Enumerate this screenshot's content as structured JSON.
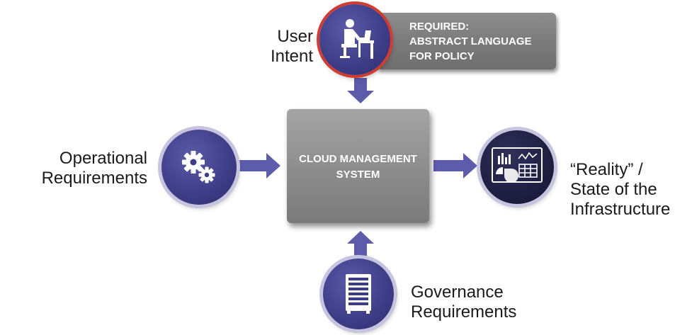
{
  "user_intent": {
    "lines": [
      "User",
      "Intent"
    ]
  },
  "required_box": {
    "lines": [
      "REQUIRED:",
      "ABSTRACT LANGUAGE",
      "FOR POLICY"
    ]
  },
  "operational": {
    "lines": [
      "Operational",
      "Requirements"
    ]
  },
  "core": {
    "lines": [
      "CLOUD MANAGEMENT",
      "SYSTEM"
    ]
  },
  "reality": {
    "lines": [
      "“Reality” /",
      "State of the",
      "Infrastructure"
    ]
  },
  "governance": {
    "lines": [
      "Governance",
      "Requirements"
    ]
  },
  "colors": {
    "arrow": "#5d5caa",
    "circle": "#3d3c86",
    "circle_ring": "#c7c4e0",
    "user_ring": "#d23b30",
    "box_gray": "#7d7d7d"
  },
  "icons": {
    "user_intent": "person-at-desk-icon",
    "operational": "gears-icon",
    "reality": "dashboard-icon",
    "governance": "server-rack-icon"
  }
}
